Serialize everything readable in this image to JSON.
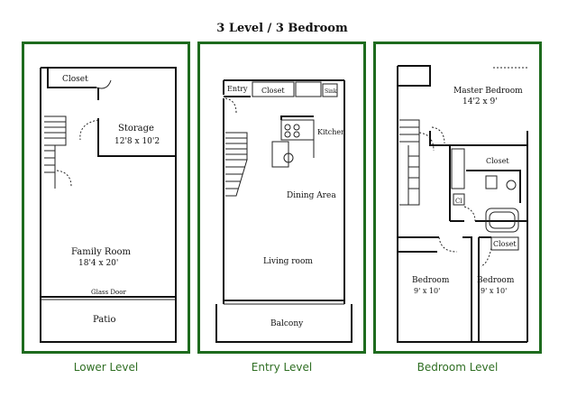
{
  "title": "3 Level / 3 Bedroom",
  "levels": {
    "lower": {
      "caption": "Lower Level",
      "closet": "Closet",
      "storage": "Storage",
      "storage_dim": "12'8 x 10'2",
      "family": "Family Room",
      "family_dim": "18'4 x 20'",
      "glass_door": "Glass Door",
      "patio": "Patio"
    },
    "entry": {
      "caption": "Entry Level",
      "entry": "Entry",
      "closet": "Closet",
      "sink": "Sink",
      "kitchen": "Kitchen",
      "dining": "Dining Area",
      "living": "Living room",
      "balcony": "Balcony"
    },
    "bedroom": {
      "caption": "Bedroom Level",
      "master": "Master Bedroom",
      "master_dim": "14'2 x 9'",
      "closet_a": "Closet",
      "cl": "Cl",
      "closet_b": "Closet",
      "bed1": "Bedroom",
      "bed1_dim": "9' x 10'",
      "bed2": "Bedroom",
      "bed2_dim": "9' x 10'"
    }
  }
}
